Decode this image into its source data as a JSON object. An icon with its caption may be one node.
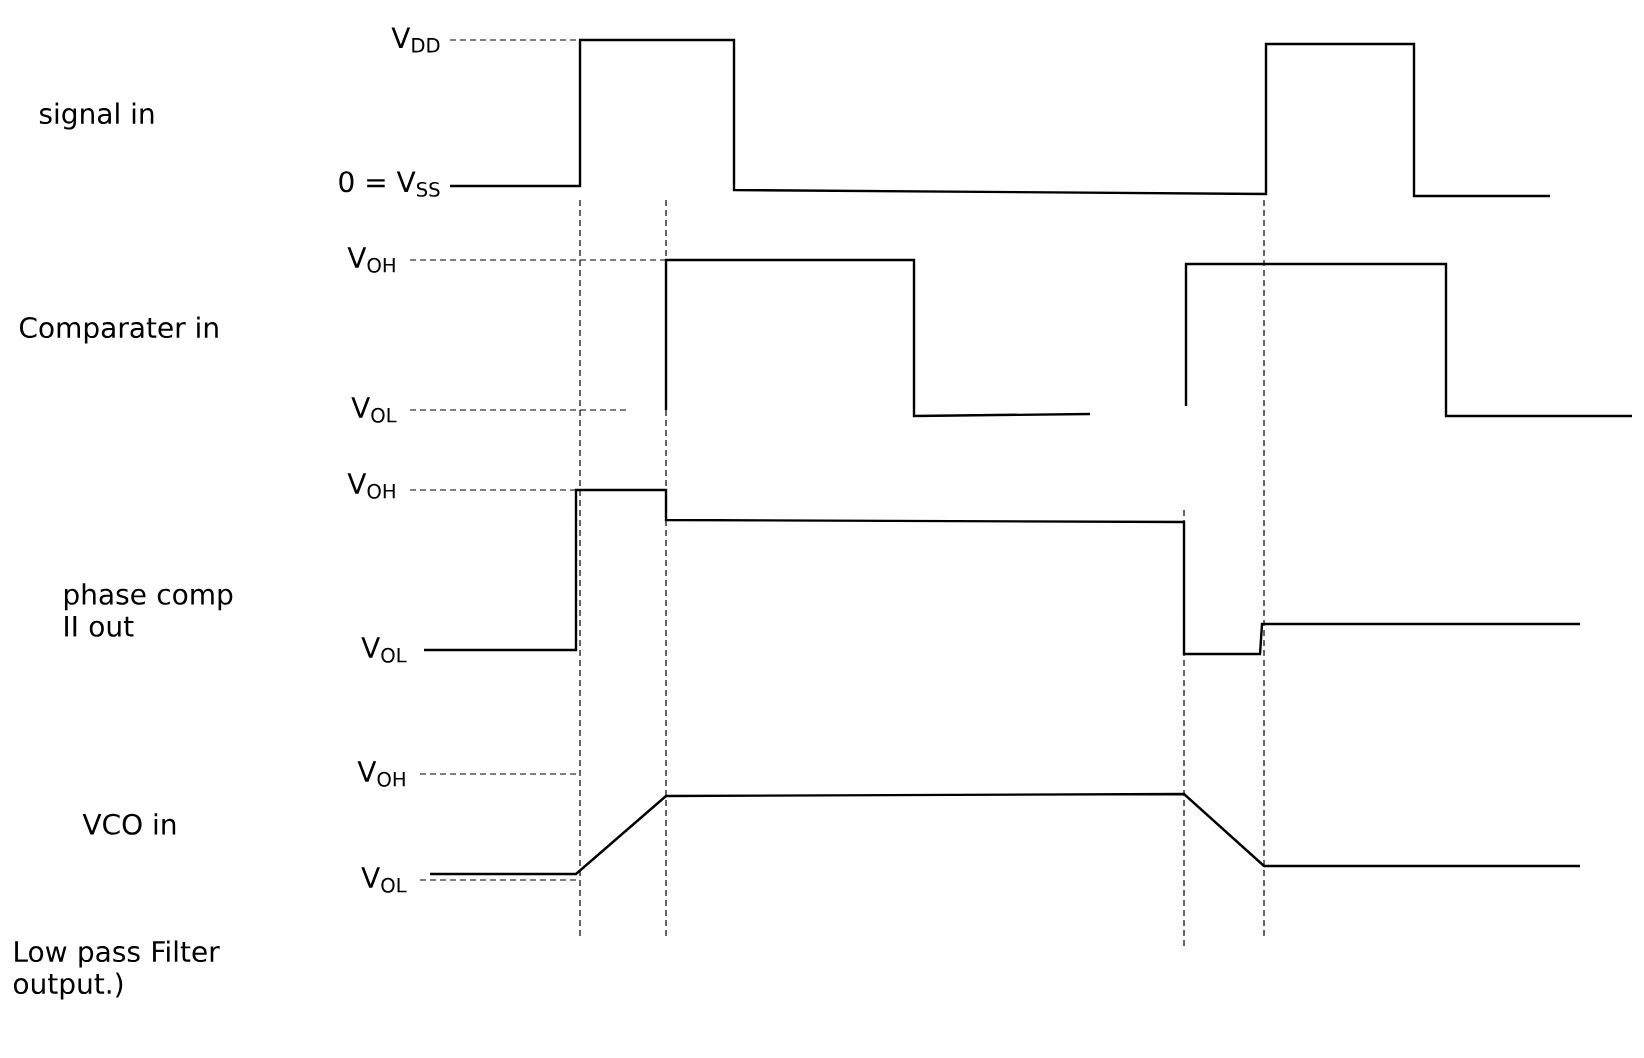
{
  "diagram": {
    "labels": [
      "V$_{DD}$",
      "signal in",
      "0 = V$_{SS}$",
      "V$_{OH}$",
      "Comparater in",
      "V$_{OL}$",
      "V$_{OH}$",
      "phase comp II out",
      "V$_{OL}$",
      "V$_{OH}$",
      "VCO in",
      "V$_{OL}$",
      "Low pass Filter output.)"
    ]
  }
}
